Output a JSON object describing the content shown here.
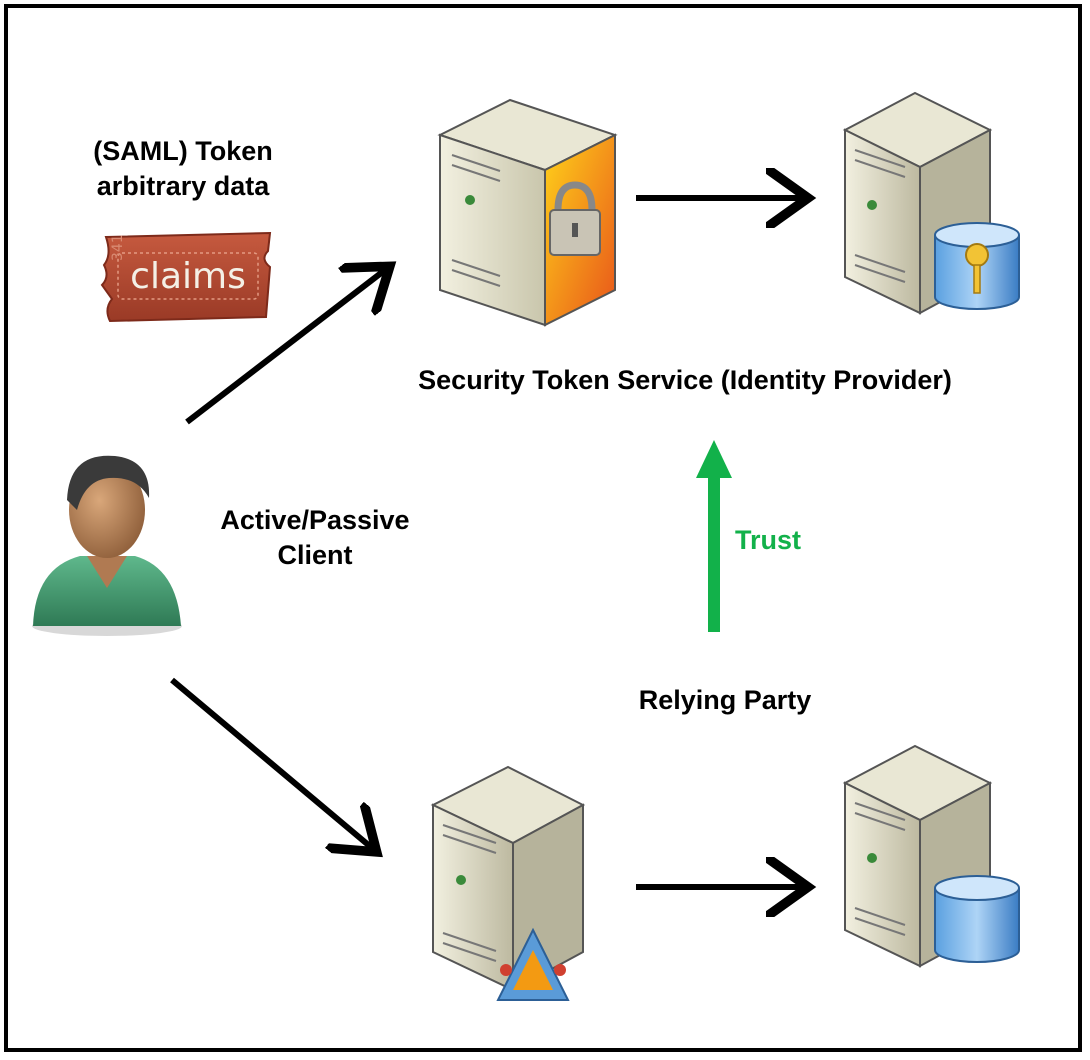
{
  "token": {
    "line1": "(SAML) Token",
    "line2": "arbitrary data",
    "ticket_text": "claims"
  },
  "labels": {
    "sts": "Security Token Service (Identity Provider)",
    "client_line1": "Active/Passive",
    "client_line2": "Client",
    "trust": "Trust",
    "relying_party": "Relying Party"
  },
  "colors": {
    "trust": "#12b14a",
    "arrow": "#000000",
    "ticket": "#b94a32",
    "lock_panel": "#f39a12",
    "person_shirt": "#4fa67a"
  },
  "icons": {
    "client": "user-person-icon",
    "ticket": "claims-ticket-icon",
    "sts_server": "lock-server-icon",
    "identity_store": "key-database-server-icon",
    "relying_server": "application-server-icon",
    "relying_db": "database-server-icon"
  }
}
